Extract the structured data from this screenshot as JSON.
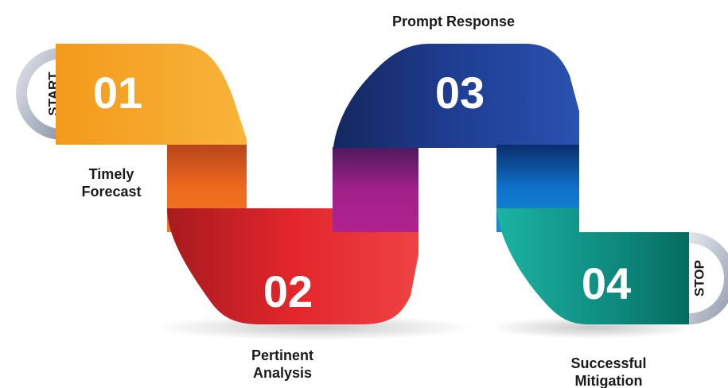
{
  "steps": [
    {
      "number": "01",
      "label": "Timely\nForecast",
      "color": "#F5A320"
    },
    {
      "number": "02",
      "label": "Pertinent\nAnalysis",
      "color": "#E1262A"
    },
    {
      "number": "03",
      "label": "Prompt Response",
      "color": "#1F3E93"
    },
    {
      "number": "04",
      "label": "Successful\nMitigation",
      "color": "#0F8A7E"
    }
  ],
  "start_label": "START",
  "stop_label": "STOP"
}
